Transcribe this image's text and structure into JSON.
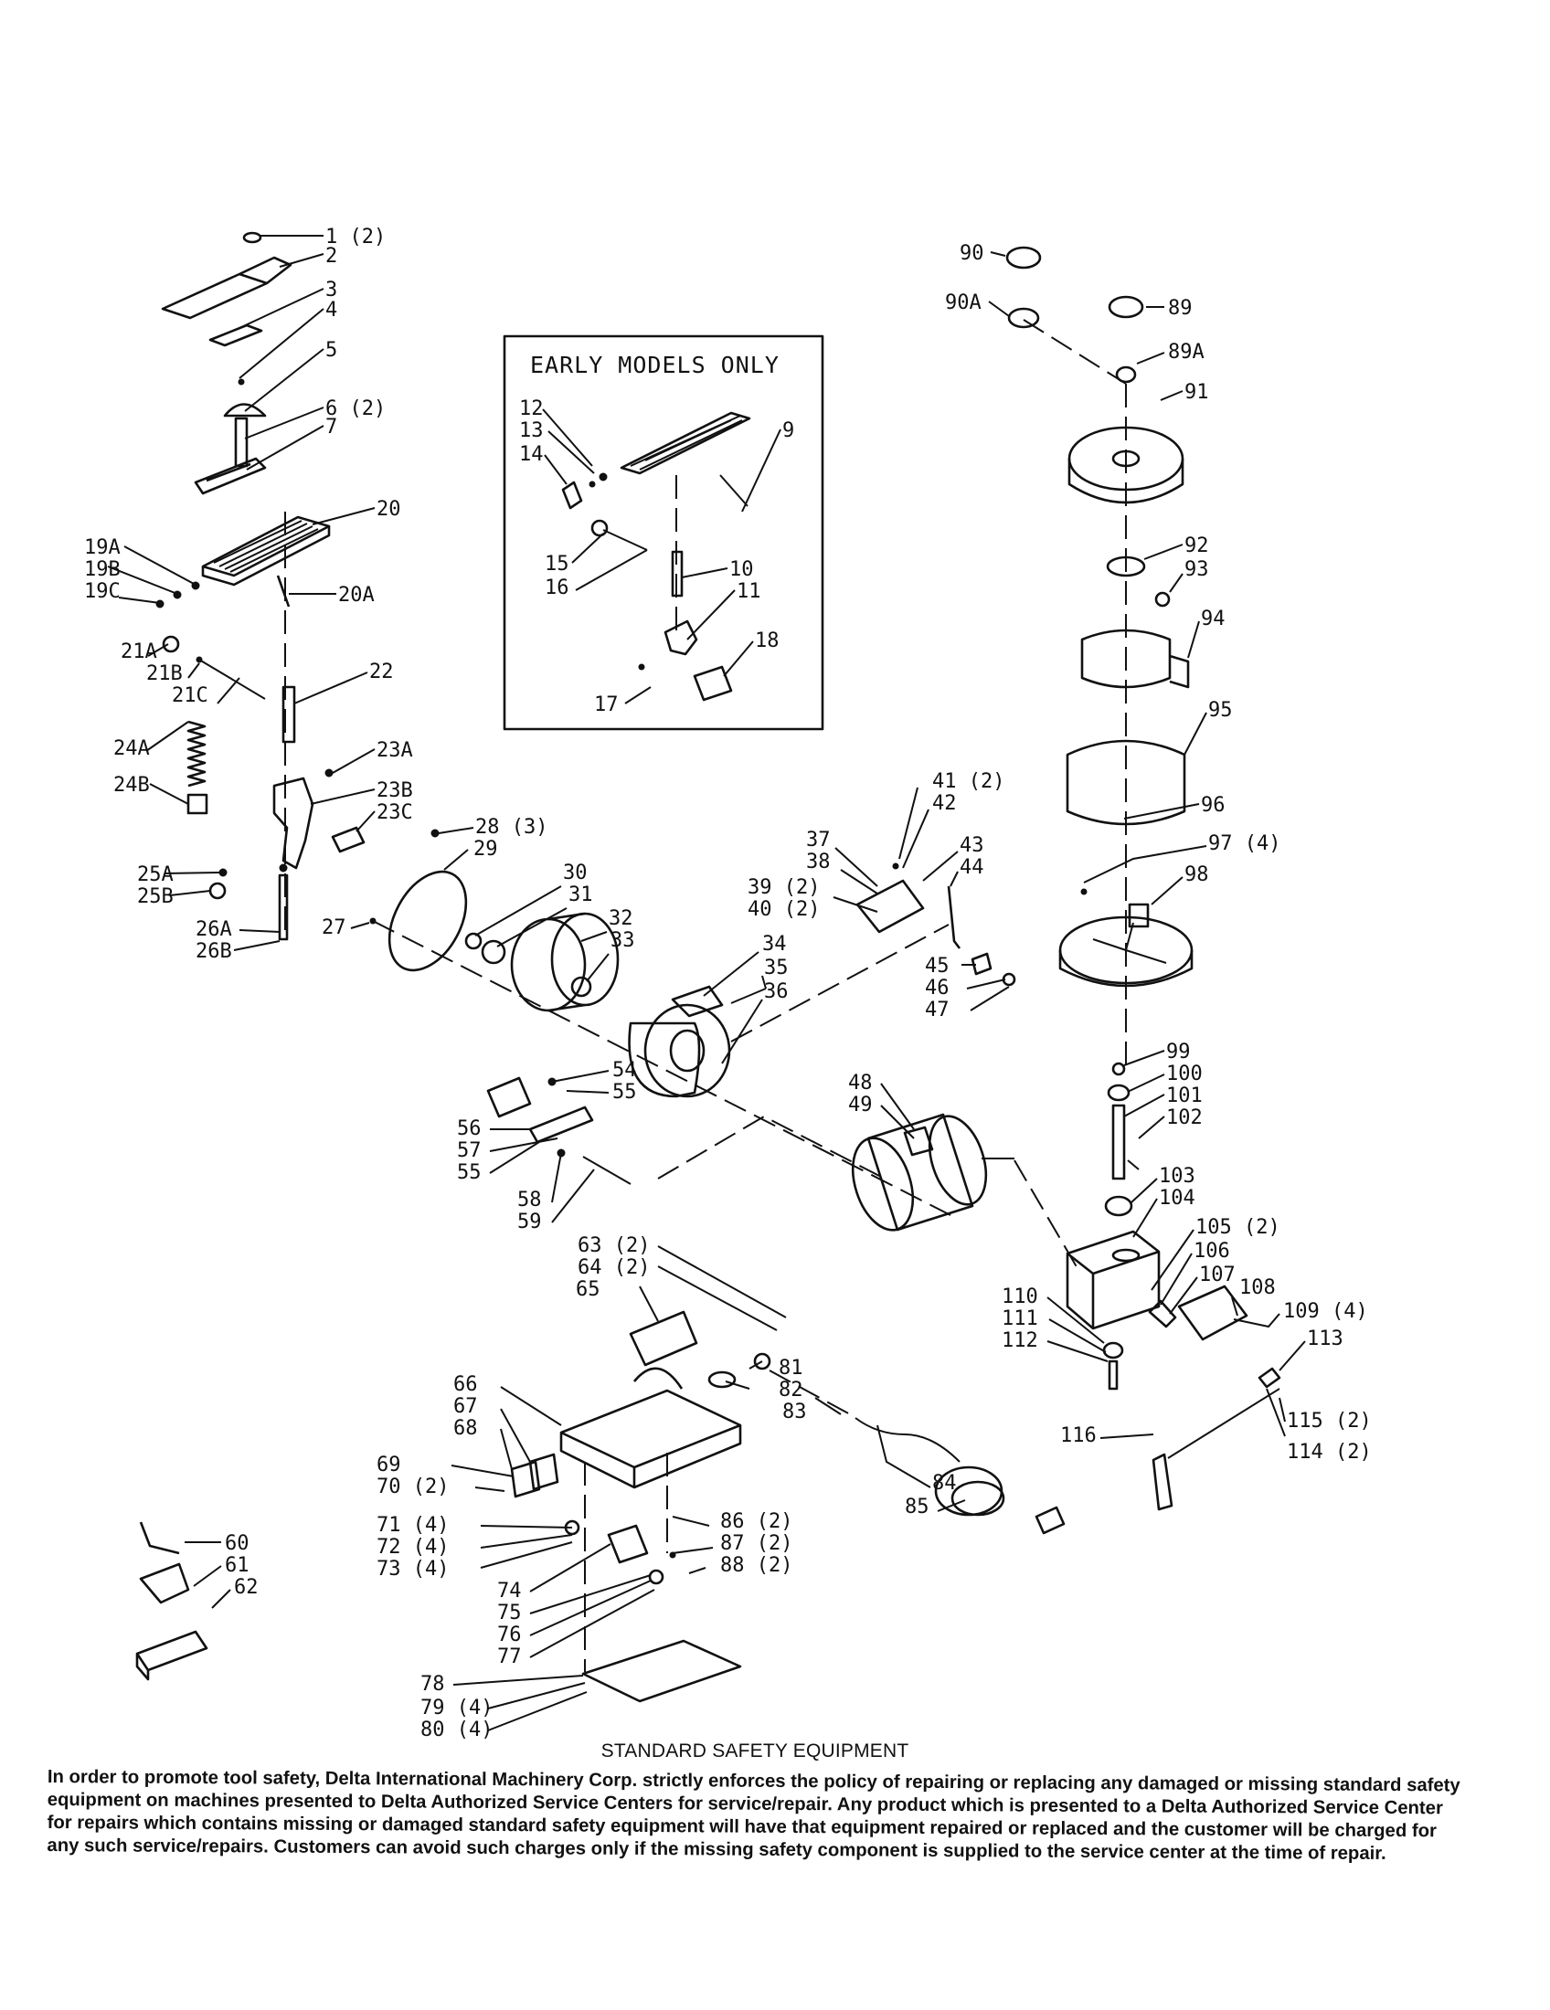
{
  "inset": {
    "title": "EARLY MODELS ONLY"
  },
  "callouts": [
    {
      "id": "c1",
      "text": "1 (2)"
    },
    {
      "id": "c2",
      "text": "2"
    },
    {
      "id": "c3",
      "text": "3"
    },
    {
      "id": "c4",
      "text": "4"
    },
    {
      "id": "c5",
      "text": "5"
    },
    {
      "id": "c6",
      "text": "6 (2)"
    },
    {
      "id": "c7",
      "text": "7"
    },
    {
      "id": "c9",
      "text": "9"
    },
    {
      "id": "c10",
      "text": "10"
    },
    {
      "id": "c11",
      "text": "11"
    },
    {
      "id": "c12",
      "text": "12"
    },
    {
      "id": "c13",
      "text": "13"
    },
    {
      "id": "c14",
      "text": "14"
    },
    {
      "id": "c15",
      "text": "15"
    },
    {
      "id": "c16",
      "text": "16"
    },
    {
      "id": "c17",
      "text": "17"
    },
    {
      "id": "c18",
      "text": "18"
    },
    {
      "id": "c19A",
      "text": "19A"
    },
    {
      "id": "c19B",
      "text": "19B"
    },
    {
      "id": "c19C",
      "text": "19C"
    },
    {
      "id": "c20",
      "text": "20"
    },
    {
      "id": "c20A",
      "text": "20A"
    },
    {
      "id": "c21A",
      "text": "21A"
    },
    {
      "id": "c21B",
      "text": "21B"
    },
    {
      "id": "c21C",
      "text": "21C"
    },
    {
      "id": "c22",
      "text": "22"
    },
    {
      "id": "c23A",
      "text": "23A"
    },
    {
      "id": "c23B",
      "text": "23B"
    },
    {
      "id": "c23C",
      "text": "23C"
    },
    {
      "id": "c24A",
      "text": "24A"
    },
    {
      "id": "c24B",
      "text": "24B"
    },
    {
      "id": "c25A",
      "text": "25A"
    },
    {
      "id": "c25B",
      "text": "25B"
    },
    {
      "id": "c26A",
      "text": "26A"
    },
    {
      "id": "c26B",
      "text": "26B"
    },
    {
      "id": "c27",
      "text": "27"
    },
    {
      "id": "c28",
      "text": "28 (3)"
    },
    {
      "id": "c29",
      "text": "29"
    },
    {
      "id": "c30",
      "text": "30"
    },
    {
      "id": "c31",
      "text": "31"
    },
    {
      "id": "c32",
      "text": "32"
    },
    {
      "id": "c33",
      "text": "33"
    },
    {
      "id": "c34",
      "text": "34"
    },
    {
      "id": "c35",
      "text": "35"
    },
    {
      "id": "c36",
      "text": "36"
    },
    {
      "id": "c37",
      "text": "37"
    },
    {
      "id": "c38",
      "text": "38"
    },
    {
      "id": "c39",
      "text": "39 (2)"
    },
    {
      "id": "c40",
      "text": "40 (2)"
    },
    {
      "id": "c41",
      "text": "41 (2)"
    },
    {
      "id": "c42",
      "text": "42"
    },
    {
      "id": "c43",
      "text": "43"
    },
    {
      "id": "c44",
      "text": "44"
    },
    {
      "id": "c45",
      "text": "45"
    },
    {
      "id": "c46",
      "text": "46"
    },
    {
      "id": "c47",
      "text": "47"
    },
    {
      "id": "c48",
      "text": "48"
    },
    {
      "id": "c49",
      "text": "49"
    },
    {
      "id": "c54",
      "text": "54"
    },
    {
      "id": "c55a",
      "text": "55"
    },
    {
      "id": "c56",
      "text": "56"
    },
    {
      "id": "c57",
      "text": "57"
    },
    {
      "id": "c55b",
      "text": "55"
    },
    {
      "id": "c58",
      "text": "58"
    },
    {
      "id": "c59",
      "text": "59"
    },
    {
      "id": "c60",
      "text": "60"
    },
    {
      "id": "c61",
      "text": "61"
    },
    {
      "id": "c62",
      "text": "62"
    },
    {
      "id": "c63",
      "text": "63 (2)"
    },
    {
      "id": "c64",
      "text": "64 (2)"
    },
    {
      "id": "c65",
      "text": "65"
    },
    {
      "id": "c66",
      "text": "66"
    },
    {
      "id": "c67",
      "text": "67"
    },
    {
      "id": "c68",
      "text": "68"
    },
    {
      "id": "c69",
      "text": "69"
    },
    {
      "id": "c70",
      "text": "70 (2)"
    },
    {
      "id": "c71",
      "text": "71 (4)"
    },
    {
      "id": "c72",
      "text": "72 (4)"
    },
    {
      "id": "c73",
      "text": "73 (4)"
    },
    {
      "id": "c74",
      "text": "74"
    },
    {
      "id": "c75",
      "text": "75"
    },
    {
      "id": "c76",
      "text": "76"
    },
    {
      "id": "c77",
      "text": "77"
    },
    {
      "id": "c78",
      "text": "78"
    },
    {
      "id": "c79",
      "text": "79 (4)"
    },
    {
      "id": "c80",
      "text": "80 (4)"
    },
    {
      "id": "c81",
      "text": "81"
    },
    {
      "id": "c82",
      "text": "82"
    },
    {
      "id": "c83",
      "text": "83"
    },
    {
      "id": "c84",
      "text": "84"
    },
    {
      "id": "c85",
      "text": "85"
    },
    {
      "id": "c86",
      "text": "86 (2)"
    },
    {
      "id": "c87",
      "text": "87 (2)"
    },
    {
      "id": "c88",
      "text": "88 (2)"
    },
    {
      "id": "c89",
      "text": "89"
    },
    {
      "id": "c89A",
      "text": "89A"
    },
    {
      "id": "c90",
      "text": "90"
    },
    {
      "id": "c90A",
      "text": "90A"
    },
    {
      "id": "c91",
      "text": "91"
    },
    {
      "id": "c92",
      "text": "92"
    },
    {
      "id": "c93",
      "text": "93"
    },
    {
      "id": "c94",
      "text": "94"
    },
    {
      "id": "c95",
      "text": "95"
    },
    {
      "id": "c96",
      "text": "96"
    },
    {
      "id": "c97",
      "text": "97 (4)"
    },
    {
      "id": "c98",
      "text": "98"
    },
    {
      "id": "c99",
      "text": "99"
    },
    {
      "id": "c100",
      "text": "100"
    },
    {
      "id": "c101",
      "text": "101"
    },
    {
      "id": "c102",
      "text": "102"
    },
    {
      "id": "c103",
      "text": "103"
    },
    {
      "id": "c104",
      "text": "104"
    },
    {
      "id": "c105",
      "text": "105 (2)"
    },
    {
      "id": "c106",
      "text": "106"
    },
    {
      "id": "c107",
      "text": "107"
    },
    {
      "id": "c108",
      "text": "108"
    },
    {
      "id": "c109",
      "text": "109 (4)"
    },
    {
      "id": "c110",
      "text": "110"
    },
    {
      "id": "c111",
      "text": "111"
    },
    {
      "id": "c112",
      "text": "112"
    },
    {
      "id": "c113",
      "text": "113"
    },
    {
      "id": "c114",
      "text": "114 (2)"
    },
    {
      "id": "c115",
      "text": "115 (2)"
    },
    {
      "id": "c116",
      "text": "116"
    }
  ],
  "notice": {
    "title": "STANDARD SAFETY EQUIPMENT",
    "body": "In order to promote tool safety, Delta International Machinery Corp. strictly enforces the policy of repairing or replacing any damaged or missing standard safety equipment on machines presented to Delta Authorized Service Centers for service/repair.  Any product which is presented to a Delta Authorized Service Center for repairs which contains missing or damaged standard safety equipment will have that equipment repaired or replaced and the customer will be charged for any such service/repairs.  Customers can avoid such charges only if the missing safety component is supplied to the service center at the time of repair."
  }
}
